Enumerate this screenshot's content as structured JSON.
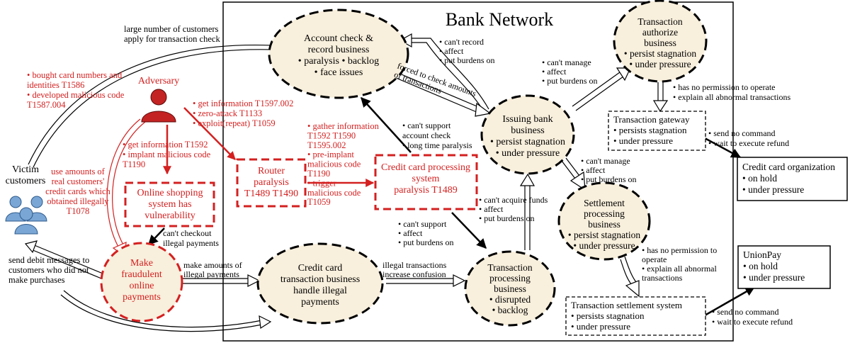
{
  "title": "Bank Network",
  "colors": {
    "attack": "#d42020",
    "node_fill": "#f8efdc",
    "text": "#000000"
  },
  "nodes": {
    "account_check": {
      "lines": [
        "Account check &",
        "record business",
        "• paralysis • backlog",
        "• face issues"
      ]
    },
    "tx_authorize": {
      "lines": [
        "Transaction",
        "authorize",
        "business",
        "• persist stagnation",
        "• under pressure"
      ]
    },
    "issuing_bank": {
      "lines": [
        "Issuing bank",
        "business",
        "• persist stagnation",
        "• under pressure"
      ]
    },
    "settlement": {
      "lines": [
        "Settlement",
        "processing",
        "business",
        "• persist stagnation",
        "• under pressure"
      ]
    },
    "tx_processing": {
      "lines": [
        "Transaction",
        "processing",
        "business",
        "• disrupted",
        "• backlog"
      ]
    },
    "cc_transaction": {
      "lines": [
        "Credit card",
        "transaction business",
        "handle illegal",
        "payments"
      ]
    },
    "fraud": {
      "lines": [
        "Make",
        "fraudulent",
        "online",
        "payments"
      ]
    },
    "shopping": {
      "lines": [
        "Online shopping",
        "system has",
        "vulnerability"
      ]
    },
    "router": {
      "lines": [
        "Router",
        "paralysis",
        "T1489 T1490"
      ]
    },
    "cc_processing": {
      "lines": [
        "Credit card processing",
        "system",
        "paralysis T1489"
      ]
    },
    "tx_gateway": {
      "lines": [
        "Transaction gateway",
        "• persists stagnation",
        "• under pressure"
      ]
    },
    "tx_settlement": {
      "lines": [
        "Transaction settlement system",
        "• persists stagnation",
        "• under pressure"
      ]
    },
    "cc_org": {
      "lines": [
        "Credit card organization",
        "• on hold",
        "• under pressure"
      ]
    },
    "unionpay": {
      "lines": [
        "UnionPay",
        "• on hold",
        "• under pressure"
      ]
    },
    "adversary": {
      "label": "Adversary"
    },
    "victim": {
      "lines": [
        "Victim",
        "customers"
      ]
    }
  },
  "labels": {
    "large_customers": [
      "large number of customers",
      "apply for transaction check"
    ],
    "adv_skills": [
      "• bought card numbers and",
      "identities T1586",
      "• developed malicious code",
      "T1587.004"
    ],
    "adv_router": [
      "• get information T1597.002",
      "• zero-attack T1133",
      "• exploit(repeat) T1059"
    ],
    "adv_shop": [
      "• get information T1592",
      "• implant malicious code",
      "T1190"
    ],
    "use_amounts": [
      "use amounts of",
      "real customers'",
      "credit cards which",
      "obtained illegally",
      "T1078"
    ],
    "router_ccp": [
      "• gather information",
      "T1592 T1590",
      "T1595.002",
      "• pre-implant",
      "malicious code",
      "T1190",
      "• trigger",
      "malicious code",
      "T1059"
    ],
    "cant_record": [
      "• can't record",
      "• affect",
      "• put burdens on"
    ],
    "forced": [
      "forced to check amounts",
      "of transactions"
    ],
    "cant_manage_1": [
      "• can't manage",
      "• affect",
      "• put burdens on"
    ],
    "cant_support_1": [
      "• can't support",
      "account check",
      "• long time paralysis"
    ],
    "no_perm_1": [
      "• has no permission to operate",
      "• explain all abnormal transactions"
    ],
    "send_cmd_1": [
      "• send no command",
      "• wait to execute refund"
    ],
    "cant_manage_2": [
      "• can't manage",
      "• affect",
      "• put burdens on"
    ],
    "cant_acquire": [
      "• can't acquire funds",
      "• affect",
      "• put burdens on"
    ],
    "cant_support_2": [
      "• can't support",
      "• affect",
      "• put burdens on"
    ],
    "cant_checkout": [
      "can't checkout",
      "illegal payments"
    ],
    "no_perm_2": [
      "• has no permission to",
      "operate",
      "• explain all abnormal",
      "transactions"
    ],
    "send_cmd_2": [
      "• send no command",
      "• wait to execute refund"
    ],
    "send_debit": [
      "send debit messages to",
      "customers who did not",
      "make purchases"
    ],
    "make_amounts": [
      "make amounts of",
      "illegal payments"
    ],
    "illegal_tx": [
      "illegal transactions",
      "increase confusion"
    ]
  }
}
